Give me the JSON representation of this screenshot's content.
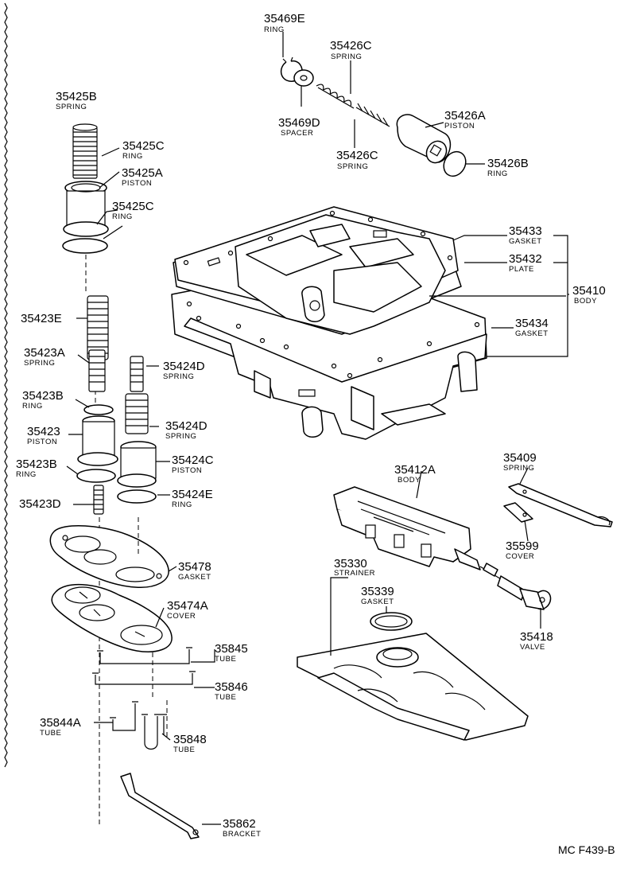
{
  "figure_code": "MC F439-B",
  "parts": [
    {
      "id": "p0",
      "number": "35469E",
      "name": "RING"
    },
    {
      "id": "p1",
      "number": "35426C",
      "name": "SPRING"
    },
    {
      "id": "p2",
      "number": "35469D",
      "name": "SPACER"
    },
    {
      "id": "p3",
      "number": "35426A",
      "name": "PISTON"
    },
    {
      "id": "p4",
      "number": "35426C",
      "name": "SPRING"
    },
    {
      "id": "p5",
      "number": "35426B",
      "name": "RING"
    },
    {
      "id": "p6",
      "number": "35425B",
      "name": "SPRING"
    },
    {
      "id": "p7",
      "number": "35425C",
      "name": "RING"
    },
    {
      "id": "p8",
      "number": "35425A",
      "name": "PISTON"
    },
    {
      "id": "p9",
      "number": "35425C",
      "name": "RING"
    },
    {
      "id": "p10",
      "number": "35433",
      "name": "GASKET"
    },
    {
      "id": "p11",
      "number": "35432",
      "name": "PLATE"
    },
    {
      "id": "p12",
      "number": "35410",
      "name": "BODY"
    },
    {
      "id": "p13",
      "number": "35434",
      "name": "GASKET"
    },
    {
      "id": "p14",
      "number": "35423E",
      "name": ""
    },
    {
      "id": "p15",
      "number": "35423A",
      "name": "SPRING"
    },
    {
      "id": "p16",
      "number": "35424D",
      "name": "SPRING"
    },
    {
      "id": "p17",
      "number": "35423B",
      "name": "RING"
    },
    {
      "id": "p18",
      "number": "35423",
      "name": "PISTON"
    },
    {
      "id": "p19",
      "number": "35424D",
      "name": "SPRING"
    },
    {
      "id": "p20",
      "number": "35423B",
      "name": "RING"
    },
    {
      "id": "p21",
      "number": "35424C",
      "name": "PISTON"
    },
    {
      "id": "p22",
      "number": "35423D",
      "name": ""
    },
    {
      "id": "p23",
      "number": "35424E",
      "name": "RING"
    },
    {
      "id": "p24",
      "number": "35412A",
      "name": "BODY"
    },
    {
      "id": "p25",
      "number": "35409",
      "name": "SPRING"
    },
    {
      "id": "p26",
      "number": "35599",
      "name": "COVER"
    },
    {
      "id": "p27",
      "number": "35478",
      "name": "GASKET"
    },
    {
      "id": "p28",
      "number": "35330",
      "name": "STRAINER"
    },
    {
      "id": "p29",
      "number": "35339",
      "name": "GASKET"
    },
    {
      "id": "p30",
      "number": "35474A",
      "name": "COVER"
    },
    {
      "id": "p31",
      "number": "35418",
      "name": "VALVE"
    },
    {
      "id": "p32",
      "number": "35845",
      "name": "TUBE"
    },
    {
      "id": "p33",
      "number": "35846",
      "name": "TUBE"
    },
    {
      "id": "p34",
      "number": "35844A",
      "name": "TUBE"
    },
    {
      "id": "p35",
      "number": "35848",
      "name": "TUBE"
    },
    {
      "id": "p36",
      "number": "35862",
      "name": "BRACKET"
    }
  ]
}
